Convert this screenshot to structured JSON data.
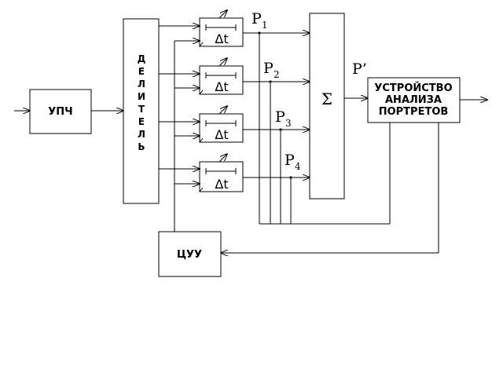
{
  "blocks": {
    "upch": "УПЧ",
    "delitel": [
      "Д",
      "Е",
      "Л",
      "И",
      "Т",
      "Е",
      "Л",
      "Ь"
    ],
    "delay": "Δt",
    "sum": "Σ",
    "analyzer_lines": [
      "УСТРОЙСТВО",
      "АНАЛИЗА",
      "ПОРТРЕТОВ"
    ],
    "tsuu": "ЦУУ"
  },
  "outputs": [
    {
      "main": "P",
      "sub": "1"
    },
    {
      "main": "P",
      "sub": "2"
    },
    {
      "main": "P",
      "sub": "3"
    },
    {
      "main": "P",
      "sub": "4"
    }
  ],
  "sum_output": "P’"
}
